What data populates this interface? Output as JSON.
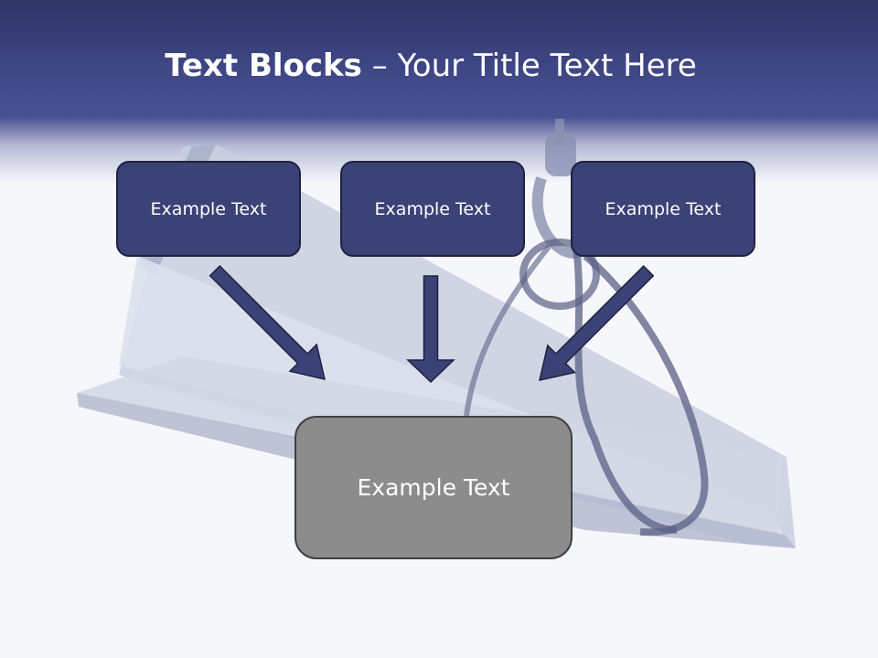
{
  "slide": {
    "title_bold": "Text Blocks",
    "title_dash": " – ",
    "title_rest": "Your Title Text Here"
  },
  "blocks": {
    "top": [
      "Example Text",
      "Example Text",
      "Example Text"
    ],
    "bottom": "Example Text"
  },
  "colors": {
    "header": "#434b8c",
    "block_fill": "#3c4176",
    "bottom_fill": "#8c8c8c",
    "arrow": "#3c4176"
  }
}
